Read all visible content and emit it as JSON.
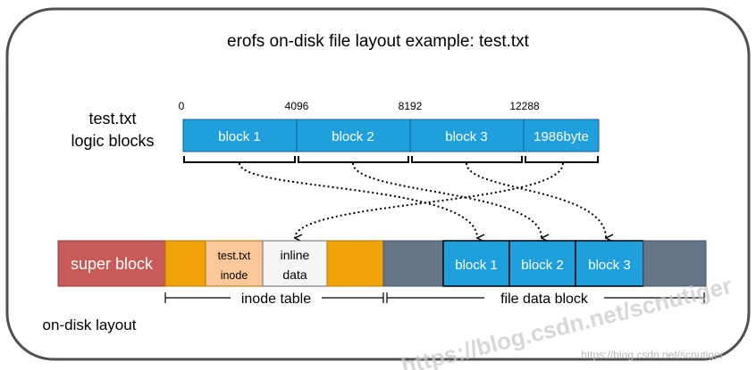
{
  "title": "erofs on-disk file layout example: test.txt",
  "logic": {
    "label_line1": "test.txt",
    "label_line2": "logic blocks",
    "offsets": [
      "0",
      "4096",
      "8192",
      "12288"
    ],
    "blocks": [
      "block 1",
      "block 2",
      "block 3",
      "1986byte"
    ]
  },
  "disk": {
    "super_block": "super block",
    "inode_line1": "test.txt",
    "inode_line2": "inode",
    "inline_line1": "inline",
    "inline_line2": "data",
    "data_blocks": [
      "block 1",
      "block 2",
      "block 3"
    ],
    "inode_table_label": "inode table",
    "file_data_label": "file data block",
    "layout_label": "on-disk layout"
  },
  "watermark": {
    "large": "https://blog.csdn.net/scnutiger",
    "small": "https://blog.csdn.net/scnutiger"
  },
  "colors": {
    "block_blue": "#1fa0dc",
    "super_red": "#c85a58",
    "orange": "#f0a30a",
    "inode_peach": "#fcc89a",
    "slate": "#647687",
    "border": "#505050"
  }
}
